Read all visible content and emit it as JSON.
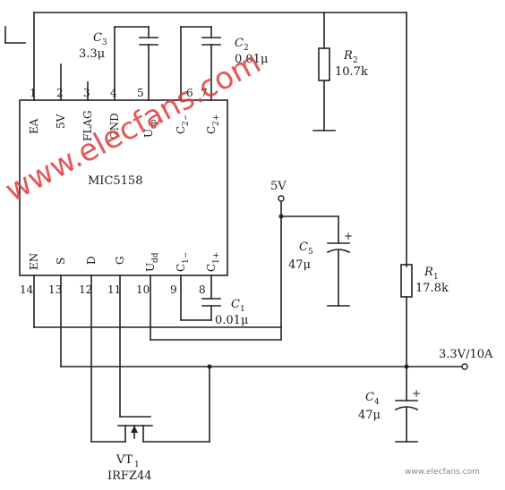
{
  "ic": {
    "name": "MIC5158",
    "top_pins": [
      {
        "num": "1",
        "label": "EA"
      },
      {
        "num": "2",
        "label": "5V"
      },
      {
        "num": "3",
        "label": "FLAG"
      },
      {
        "num": "4",
        "label": "GND"
      },
      {
        "num": "5",
        "label": "U",
        "sub": "cp"
      },
      {
        "num": "6",
        "label": "C",
        "sub": "2−"
      },
      {
        "num": "7",
        "label": "C",
        "sub": "2+"
      }
    ],
    "bottom_pins": [
      {
        "num": "14",
        "label": "EN"
      },
      {
        "num": "13",
        "label": "S"
      },
      {
        "num": "12",
        "label": "D"
      },
      {
        "num": "11",
        "label": "G"
      },
      {
        "num": "10",
        "label": "U",
        "sub": "dd"
      },
      {
        "num": "9",
        "label": "C",
        "sub": "1−"
      },
      {
        "num": "8",
        "label": "C",
        "sub": "1+"
      }
    ]
  },
  "components": {
    "c3": {
      "ref": "C",
      "sub": "3",
      "value": "3.3μ"
    },
    "c2": {
      "ref": "C",
      "sub": "2",
      "value": "0.01μ"
    },
    "r2": {
      "ref": "R",
      "sub": "2",
      "value": "10.7k"
    },
    "c5": {
      "ref": "C",
      "sub": "5",
      "value": "47μ"
    },
    "c1": {
      "ref": "C",
      "sub": "1",
      "value": "0.01μ"
    },
    "r1": {
      "ref": "R",
      "sub": "1",
      "value": "17.8k"
    },
    "c4": {
      "ref": "C",
      "sub": "4",
      "value": "47μ"
    },
    "vt1": {
      "ref": "VT",
      "sub": "1",
      "part": "IRFZ44"
    }
  },
  "nets": {
    "supply": "5V",
    "output": "3.3V/10A",
    "plus": "+"
  },
  "watermark": {
    "main": "www.elecfans.com",
    "corner": "www.elecfans.com"
  }
}
